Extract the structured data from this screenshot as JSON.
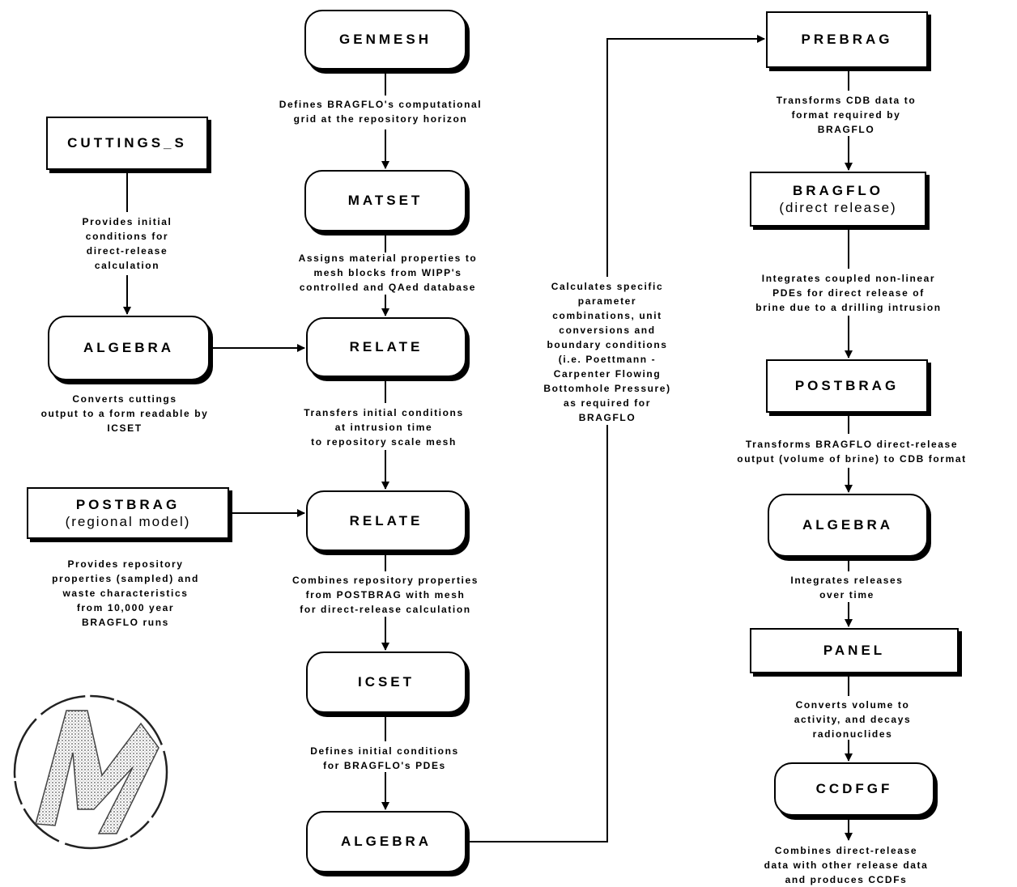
{
  "nodes": {
    "genmesh": "GENMESH",
    "cuttings_s": "CUTTINGS_S",
    "matset": "MATSET",
    "algebra_left": "ALGEBRA",
    "relate_1": "RELATE",
    "postbrag_regional": "POSTBRAG",
    "postbrag_regional_sub": "(regional model)",
    "relate_2": "RELATE",
    "icset": "ICSET",
    "algebra_bottom": "ALGEBRA",
    "prebrag": "PREBRAG",
    "bragflo": "BRAGFLO",
    "bragflo_sub": "(direct release)",
    "postbrag_right": "POSTBRAG",
    "algebra_right": "ALGEBRA",
    "panel": "PANEL",
    "ccdfgf": "CCDFGF"
  },
  "notes": {
    "genmesh_desc": [
      "Defines BRAGFLO's computational",
      "grid at the repository horizon"
    ],
    "cuttings_desc": [
      "Provides initial",
      "conditions for",
      "direct-release",
      "calculation"
    ],
    "matset_desc": [
      "Assigns material properties to",
      "mesh blocks from WIPP's",
      "controlled and QAed database"
    ],
    "algebra_left_desc": [
      "Converts cuttings",
      "output to a form readable by",
      "ICSET"
    ],
    "relate_1_desc": [
      "Transfers initial conditions",
      "at intrusion time",
      "to repository scale mesh"
    ],
    "postbrag_regional_desc": [
      "Provides repository",
      "properties (sampled) and",
      "waste characteristics",
      "from 10,000 year",
      "BRAGFLO runs"
    ],
    "relate_2_desc": [
      "Combines repository properties",
      "from POSTBRAG with mesh",
      "for direct-release calculation"
    ],
    "icset_desc": [
      "Defines initial conditions",
      "for BRAGFLO's PDEs"
    ],
    "algebra_bottom_desc": [
      "Calculates specific",
      "parameter",
      "combinations, unit",
      "conversions and",
      "boundary conditions",
      "(i.e. Poettmann -",
      "Carpenter Flowing",
      "Bottomhole Pressure)",
      "as required for",
      "BRAGFLO"
    ],
    "prebrag_desc": [
      "Transforms CDB data to",
      "format required by",
      "BRAGFLO"
    ],
    "bragflo_desc": [
      "Integrates coupled non-linear",
      "PDEs for direct release of",
      "brine due to a drilling intrusion"
    ],
    "postbrag_right_desc": [
      "Transforms BRAGFLO direct-release",
      "output (volume of brine) to CDB format"
    ],
    "algebra_right_desc": [
      "Integrates releases",
      "over time"
    ],
    "panel_desc": [
      "Converts volume to",
      "activity, and decays",
      "radionuclides"
    ],
    "ccdfgf_desc": [
      "Combines direct-release",
      "data with other release data",
      "and produces CCDFs"
    ]
  },
  "colors": {
    "line": "#000000",
    "background": "#ffffff"
  },
  "logo": {
    "icon": "m-seal-logo",
    "text": "M"
  }
}
